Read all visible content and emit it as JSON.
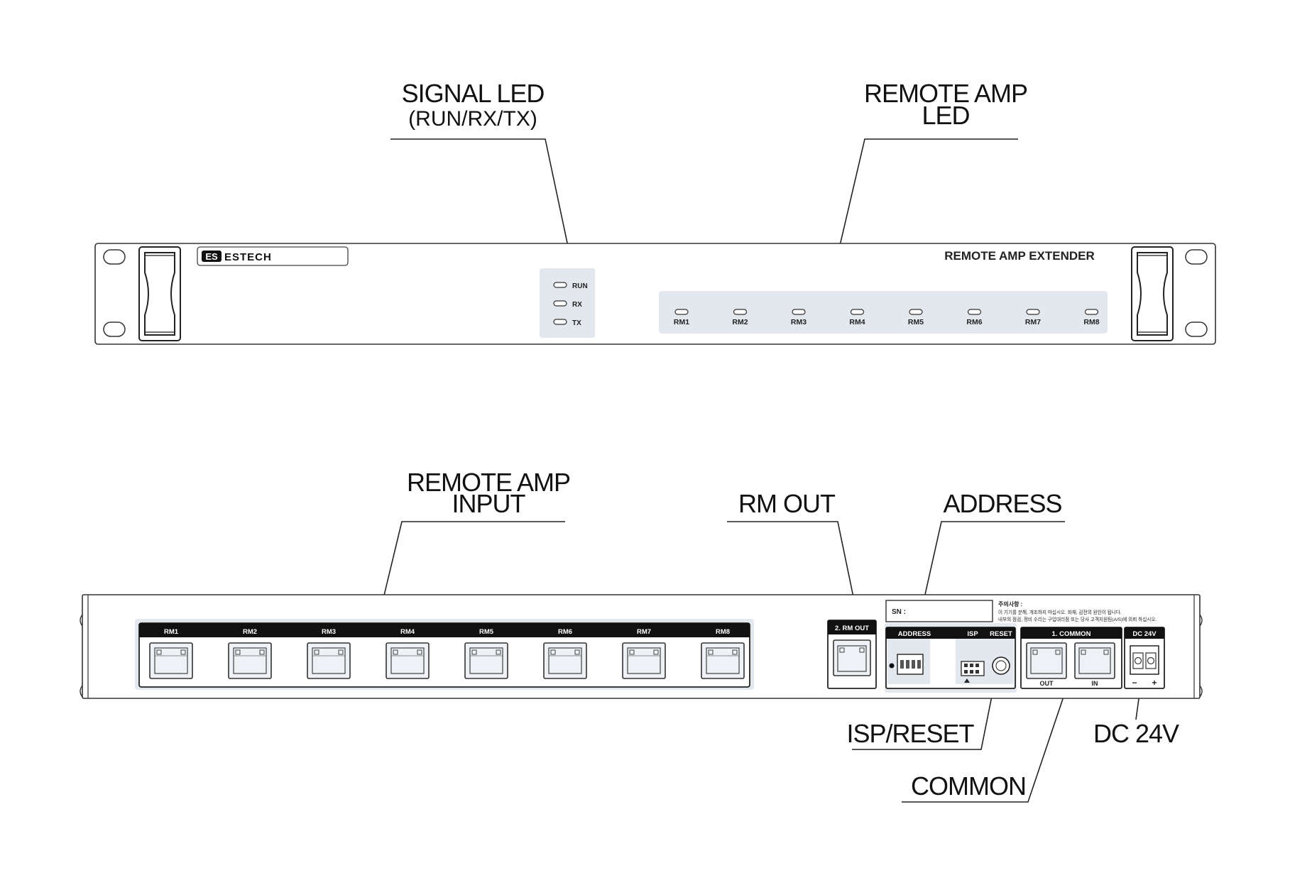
{
  "callouts": {
    "signal_led_line1": "SIGNAL LED",
    "signal_led_line2": "(RUN/RX/TX)",
    "remote_amp_led_line1": "REMOTE AMP",
    "remote_amp_led_line2": "LED",
    "remote_amp_input_line1": "REMOTE AMP",
    "remote_amp_input_line2": "INPUT",
    "rm_out": "RM OUT",
    "address": "ADDRESS",
    "isp_reset": "ISP/RESET",
    "common": "COMMON",
    "dc24v": "DC 24V"
  },
  "front_panel": {
    "brand": "ESTECH",
    "title": "REMOTE AMP EXTENDER",
    "signal_leds": [
      "RUN",
      "RX",
      "TX"
    ],
    "rm_leds": [
      "RM1",
      "RM2",
      "RM3",
      "RM4",
      "RM5",
      "RM6",
      "RM7",
      "RM8"
    ]
  },
  "rear_panel": {
    "rm_inputs": [
      "RM1",
      "RM2",
      "RM3",
      "RM4",
      "RM5",
      "RM6",
      "RM7",
      "RM8"
    ],
    "rm_out_label": "2. RM OUT",
    "sn_label": "SN :",
    "notice_title": "주의사항 :",
    "notice_line1": "이 기기를 분해, 개조하지 마십시오. 화재, 감전의 원인이 됩니다.",
    "notice_line2": "내부의 점검, 정비 수리는 구입대리점 또는 당사 고객지원팀(A/S)에 의뢰 하십시오.",
    "address_label": "ADDRESS",
    "isp_label": "ISP",
    "reset_label": "RESET",
    "common_label": "1. COMMON",
    "common_out": "OUT",
    "common_in": "IN",
    "dc_label": "DC 24V",
    "dc_minus": "−",
    "dc_plus": "+"
  },
  "colors": {
    "panel_tint": "#e3e8ee",
    "label_bar": "#111111",
    "line": "#222222"
  }
}
